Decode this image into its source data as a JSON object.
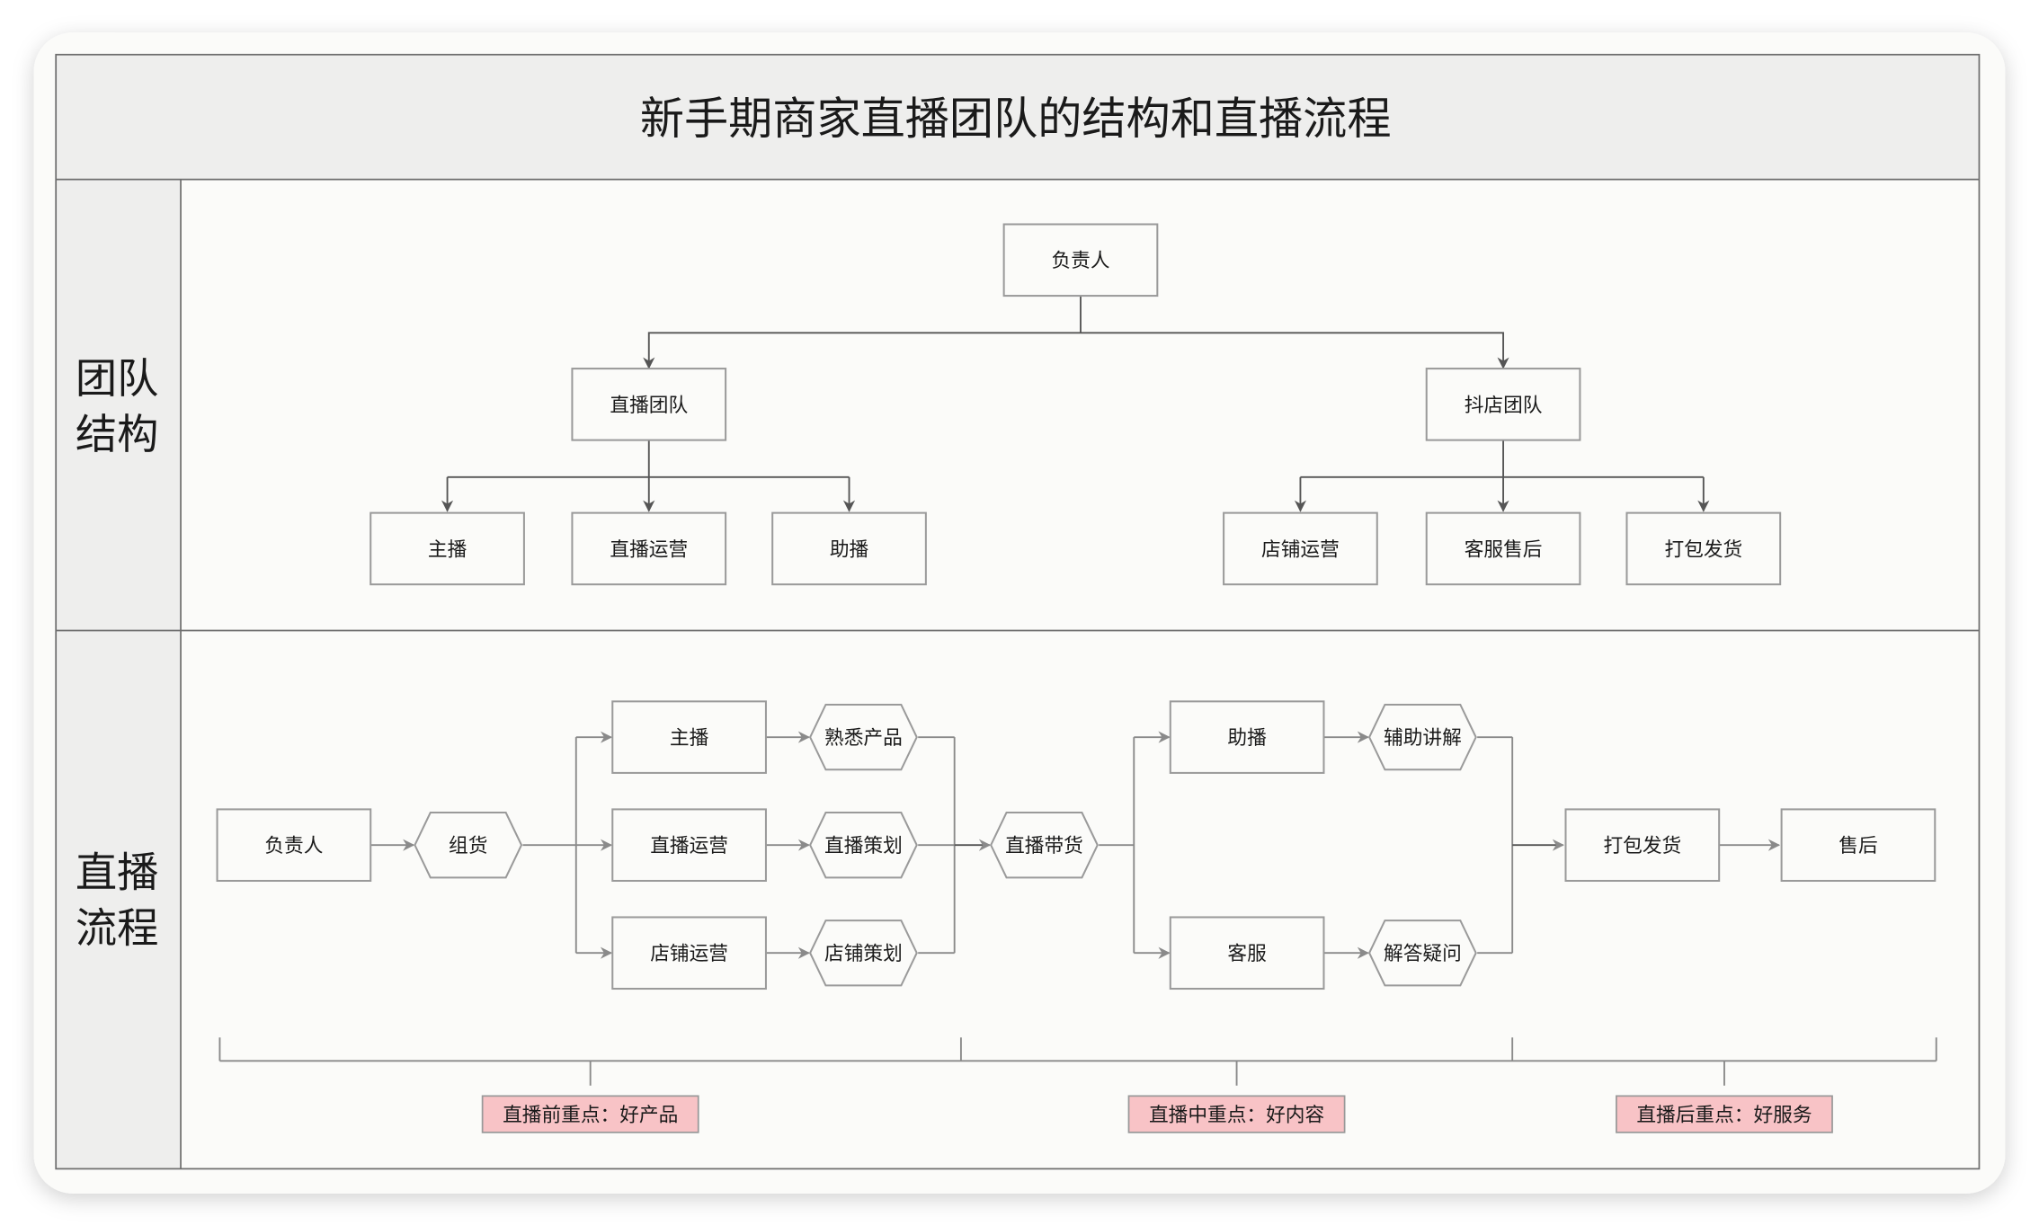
{
  "title": "新手期商家直播团队的结构和直播流程",
  "lanes": [
    {
      "label_line1": "团队",
      "label_line2": "结构"
    },
    {
      "label_line1": "直播",
      "label_line2": "流程"
    }
  ],
  "org": {
    "root": "负责人",
    "teams": [
      {
        "label": "直播团队",
        "members": [
          "主播",
          "直播运营",
          "助播"
        ]
      },
      {
        "label": "抖店团队",
        "members": [
          "店铺运营",
          "客服售后",
          "打包发货"
        ]
      }
    ]
  },
  "flow": {
    "start": "负责人",
    "step1": "组货",
    "roles_a": [
      "主播",
      "直播运营",
      "店铺运营"
    ],
    "tasks_a": [
      "熟悉产品",
      "直播策划",
      "店铺策划"
    ],
    "merge": "直播带货",
    "roles_b": [
      "助播",
      "客服"
    ],
    "tasks_b": [
      "辅助讲解",
      "解答疑问"
    ],
    "ship": "打包发货",
    "after": "售后"
  },
  "phases": [
    "直播前重点：好产品",
    "直播中重点：好内容",
    "直播后重点：好服务"
  ],
  "colors": {
    "frame": "#6e6e6e",
    "header_bg": "#eeeeed",
    "canvas_bg": "#fbfbf9",
    "box_border": "#9a9a9a",
    "phase_bg": "#f8c3c6",
    "line": "#555555",
    "flow_line": "#8a8a8a"
  }
}
